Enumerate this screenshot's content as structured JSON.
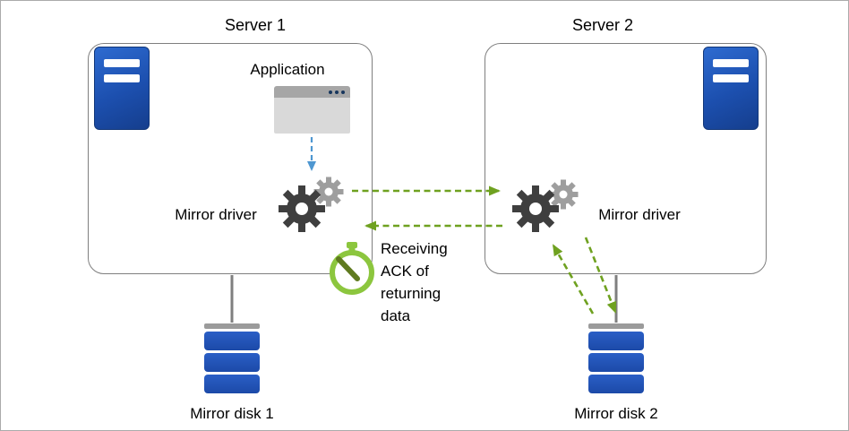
{
  "diagram": {
    "server1": {
      "title": "Server 1",
      "application_label": "Application",
      "mirror_driver_label": "Mirror driver",
      "disk_label": "Mirror disk 1"
    },
    "server2": {
      "title": "Server 2",
      "mirror_driver_label": "Mirror driver",
      "disk_label": "Mirror disk 2"
    },
    "ack_annotation": "Receiving ACK of returning data",
    "colors": {
      "server_blue": "#1C4FAE",
      "disk_blue": "#2053B5",
      "arrow_green": "#6FA120",
      "arrow_blue": "#4E97D1",
      "gear_dark": "#3F3F3F",
      "gear_light": "#9E9E9E",
      "stopwatch_ring": "#8CC63E",
      "stopwatch_hand": "#5F7A1F",
      "box_border": "#7F7F7F"
    }
  }
}
